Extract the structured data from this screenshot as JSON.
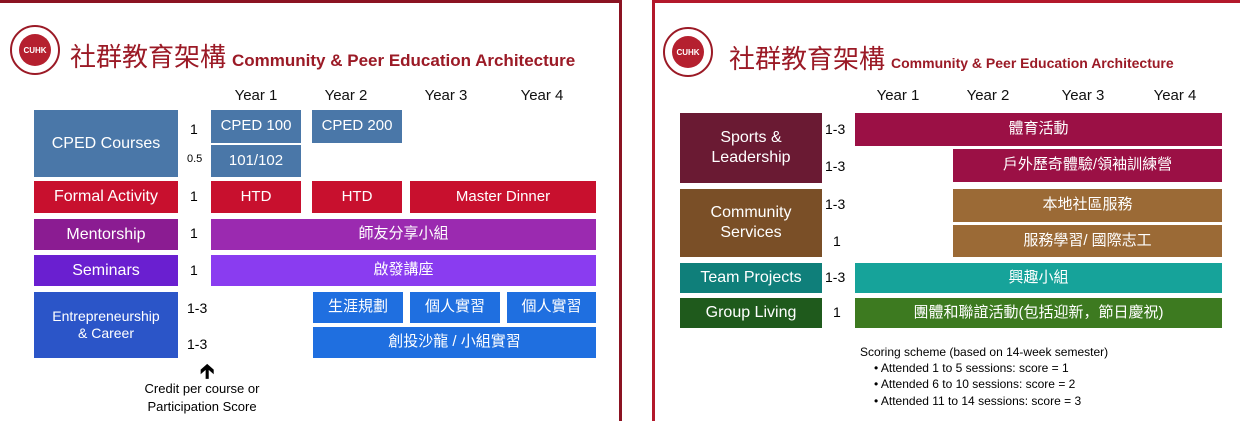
{
  "left": {
    "title_zh": "社群教育架構",
    "title_en": "Community & Peer Education Architecture",
    "years": [
      "Year 1",
      "Year 2",
      "Year 3",
      "Year 4"
    ],
    "rows": {
      "cped": {
        "label": "CPED Courses",
        "credits": [
          "1",
          "0.5"
        ],
        "cells": [
          "CPED 100",
          "CPED 200",
          "101/102"
        ]
      },
      "formal": {
        "label": "Formal Activity",
        "credit": "1",
        "cells": [
          "HTD",
          "HTD",
          "Master Dinner"
        ]
      },
      "mentor": {
        "label": "Mentorship",
        "credit": "1",
        "cell": "師友分享小組"
      },
      "seminar": {
        "label": "Seminars",
        "credit": "1",
        "cell": "啟發講座"
      },
      "career": {
        "label_1": "Entrepreneurship",
        "label_2": "& Career",
        "credits": [
          "1-3",
          "1-3"
        ],
        "cells": [
          "生涯規劃",
          "個人實習",
          "個人實習",
          "創投沙龍 / 小組實習"
        ]
      }
    },
    "note_1": "Credit per course or",
    "note_2": "Participation Score"
  },
  "right": {
    "title_zh": "社群教育架構",
    "title_en": "Community & Peer Education Architecture",
    "years": [
      "Year 1",
      "Year 2",
      "Year 3",
      "Year 4"
    ],
    "rows": {
      "sports": {
        "label_1": "Sports &",
        "label_2": "Leadership",
        "credits": [
          "1-3",
          "1-3"
        ],
        "cells": [
          "體育活動",
          "戶外歷奇體驗/領袖訓練營"
        ]
      },
      "community": {
        "label_1": "Community",
        "label_2": "Services",
        "credits": [
          "1-3",
          "1"
        ],
        "cells": [
          "本地社區服務",
          "服務學習/ 國際志工"
        ]
      },
      "team": {
        "label": "Team Projects",
        "credit": "1-3",
        "cell": "興趣小組"
      },
      "living": {
        "label": "Group Living",
        "credit": "1",
        "cell": "團體和聯誼活動(包括迎新，節日慶祝)"
      }
    },
    "scoring_title": "Scoring  scheme (based on 14-week semester)",
    "scoring": [
      "Attended 1 to 5 sessions: score = 1",
      "Attended 6 to 10 sessions: score = 2",
      "Attended 11 to 14 sessions: score = 3"
    ]
  },
  "colors": {
    "cped": "#4a77a8",
    "formal": "#c8102e",
    "mentor": "#8b1c92",
    "seminar": "#7a2ee0",
    "career": "#1f6fe0",
    "sports": "#9b1045",
    "community": "#9b6a36",
    "team": "#16a39a",
    "living": "#3d7a20",
    "living_dark": "#1f5a1c",
    "sports_dark": "#6a1a33",
    "community_dark": "#7a4f27",
    "team_dark": "#0f7f7a"
  }
}
